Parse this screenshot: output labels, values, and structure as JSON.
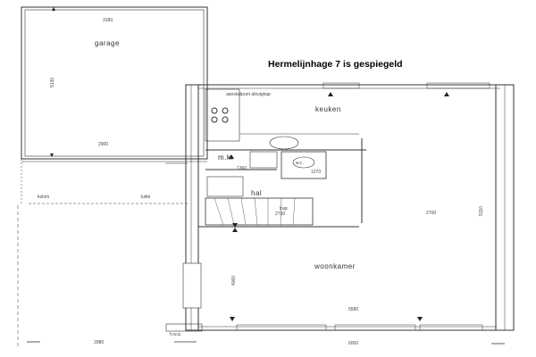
{
  "title": "Hermelijnhage 7 is gespiegeld",
  "rooms": {
    "garage": "garage",
    "keuken": "keuken",
    "mk": "m.k.",
    "hal": "hal",
    "wc": "w.c.",
    "woonkamer": "woonkamer",
    "trap": "trap"
  },
  "annotations": {
    "afzuigkap": "aansluitpunt afzuigkap",
    "kolom": "kolom",
    "luifel": "luifel",
    "hwa": "h.w.a."
  },
  "dimensions": {
    "garage_width_top": "3180",
    "garage_width_bottom": "2900",
    "garage_depth": "5130",
    "mk_width": "1360",
    "wc_width": "1270",
    "trap_width": "2730",
    "living_depth": "2700",
    "living_width": "5580",
    "living_height": "4000",
    "outer_left": "2980",
    "outer_main": "6000",
    "right_depth": "5110"
  }
}
